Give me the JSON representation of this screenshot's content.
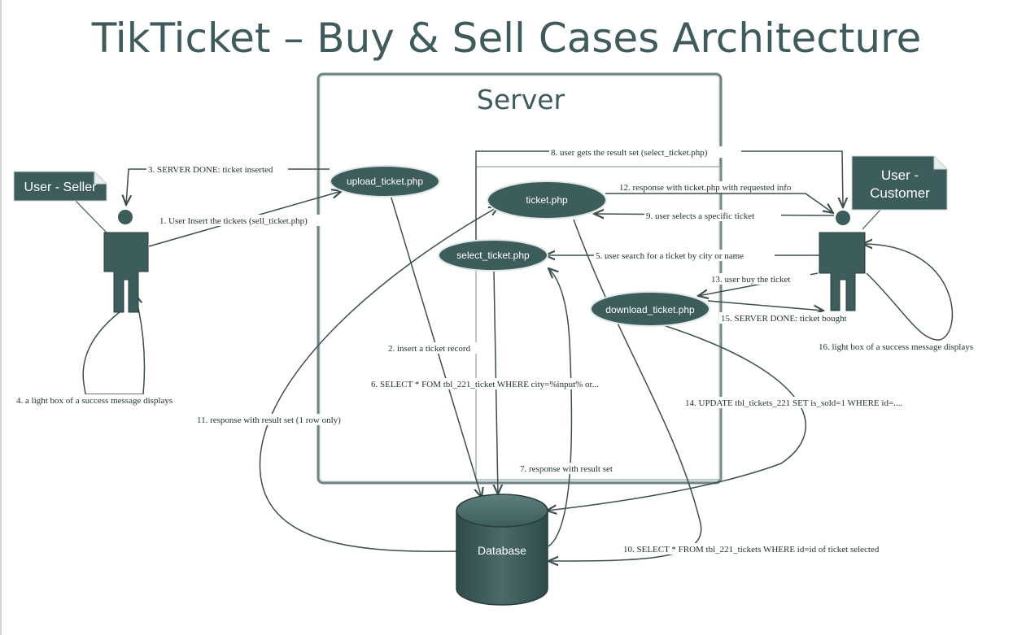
{
  "title": "TikTicket – Buy & Sell Cases Architecture",
  "server_label": "Server",
  "database_label": "Database",
  "colors": {
    "node": "#3d5c5c",
    "text": "#3f5b5b",
    "edge": "#3d4e4e"
  },
  "actors": {
    "seller": {
      "label": "User - Seller",
      "icon": "person-icon"
    },
    "customer": {
      "label_line1": "User -",
      "label_line2": "Customer",
      "icon": "person-icon"
    }
  },
  "components": {
    "upload": "upload_ticket.php",
    "ticket": "ticket.php",
    "select": "select_ticket.php",
    "download": "download_ticket.php"
  },
  "steps": {
    "s1": "1. User Insert the tickets (sell_ticket.php)",
    "s2": "2. insert a ticket record",
    "s3": "3. SERVER DONE: ticket inserted",
    "s4": "4. a light box of a success message displays",
    "s5": "5. user search for a ticket by city or name",
    "s6": "6. SELECT * FOM tbl_221_ticket WHERE city=%input% or...",
    "s7": "7. response with result set",
    "s8": "8. user gets the result set (select_ticket.php)",
    "s9": "9. user selects a specific ticket",
    "s10": "10. SELECT * FROM tbl_221_tickets WHERE id=id of ticket selected",
    "s11": "11. response with result set (1 row only)",
    "s12": "12. response with ticket.php with requested info",
    "s13": "13. user buy the ticket",
    "s14": "14. UPDATE tbl_tickets_221 SET is_sold=1 WHERE id=....",
    "s15": "15. SERVER DONE: ticket bought",
    "s16": "16. light box of a success message displays"
  }
}
